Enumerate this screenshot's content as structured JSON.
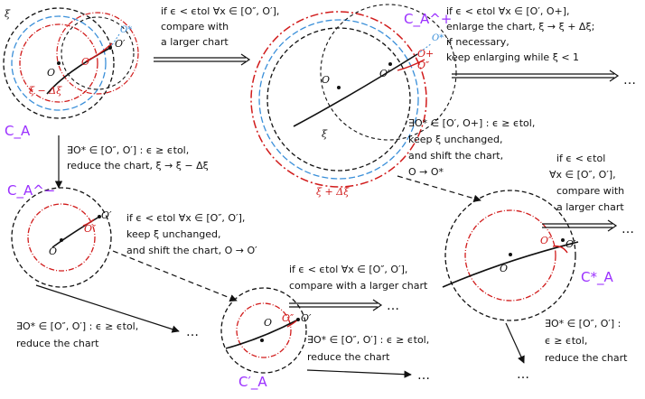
{
  "colors": {
    "black": "#111111",
    "red": "#d11b1b",
    "blue": "#3a8fd9",
    "purple": "#9b30ff"
  },
  "charts": {
    "c_a": "C_A",
    "c_a_plus": "C_A^+",
    "c_a_minus": "C_A^−",
    "c_a_prime": "C′_A",
    "c_a_star": "C*_A"
  },
  "points": {
    "o": "O",
    "o_prime": "O′",
    "o_dprime": "O″",
    "o_star": "O*",
    "o_plus": "O+"
  },
  "greek": {
    "xi": "ξ",
    "xi_minus": "ξ − Δξ",
    "xi_plus": "ξ + Δξ"
  },
  "text": {
    "top1": [
      "if ϵ < ϵtol ∀x ∈ [O″, O′],",
      "compare with",
      "a larger chart"
    ],
    "top2": [
      "if ϵ < ϵtol ∀x ∈ [O′, O+],",
      "enlarge the chart, ξ → ξ + Δξ;",
      "if necessary,",
      "keep enlarging while ξ < 1"
    ],
    "left_reduce": [
      "∃O* ∈ [O″, O′] : ϵ ≥ ϵtol,",
      "reduce the chart, ξ → ξ − Δξ"
    ],
    "mid_shift": [
      "∃O* ∈ [O′, O+] : ϵ ≥ ϵtol,",
      "keep ξ unchanged,",
      "and shift the chart,",
      "O → O*"
    ],
    "minus_shift": [
      "if ϵ < ϵtol ∀x ∈ [O″, O′],",
      "keep ξ unchanged,",
      "and shift the chart, O → O′"
    ],
    "bottom_left": [
      "∃O* ∈ [O″, O′] : ϵ ≥ ϵtol,",
      "reduce the chart"
    ],
    "prime_larger": [
      "if ϵ < ϵtol ∀x ∈ [O″, O′],",
      "compare with a larger chart"
    ],
    "prime_reduce": [
      "∃O* ∈ [O″, O′] : ϵ ≥ ϵtol,",
      "reduce the chart"
    ],
    "star_larger": [
      "if ϵ < ϵtol",
      "∀x ∈ [O″, O′],",
      "compare with",
      "a larger chart"
    ],
    "star_reduce": [
      "∃O* ∈ [O″, O′] :",
      "ϵ ≥ ϵtol,",
      "reduce the chart"
    ],
    "ellipsis": "…"
  }
}
